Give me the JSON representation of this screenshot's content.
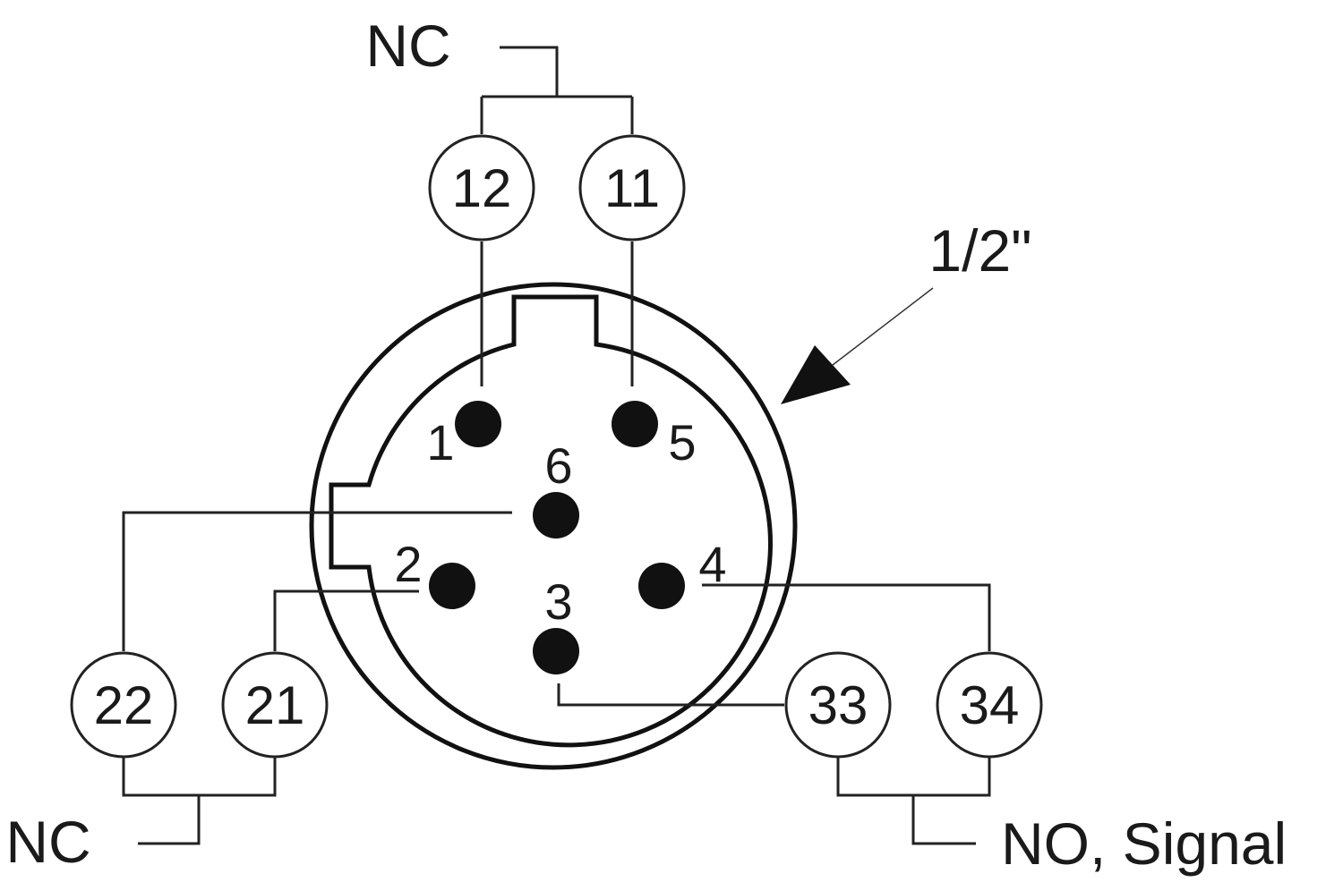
{
  "labels": {
    "nc_top": "NC",
    "nc_bottom": "NC",
    "no_signal": "NO, Signal",
    "size": "1/2\""
  },
  "terminals": {
    "t12": "12",
    "t11": "11",
    "t22": "22",
    "t21": "21",
    "t33": "33",
    "t34": "34"
  },
  "pins": {
    "p1": "1",
    "p2": "2",
    "p3": "3",
    "p4": "4",
    "p5": "5",
    "p6": "6"
  }
}
